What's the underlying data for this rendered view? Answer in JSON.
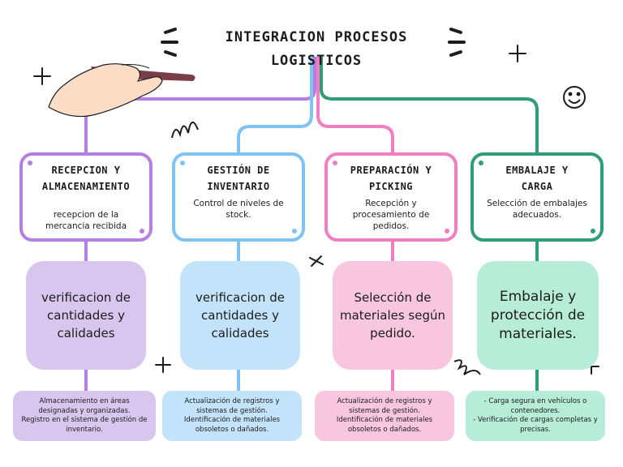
{
  "title": {
    "line1": "INTEGRACION PROCESOS",
    "line2": "LOGISTICOS"
  },
  "colors": {
    "purple": "#b57ee0",
    "blue": "#7ec3f2",
    "pink": "#f07fbf",
    "green": "#2f9c7a",
    "purple_fill": "#d9c6ef",
    "blue_fill": "#c3e3fb",
    "pink_fill": "#f8c6df",
    "green_fill": "#b7ecd8"
  },
  "columns": [
    {
      "title_line1": "RECEPCION Y",
      "title_line2": "ALMACENAMIENTO",
      "description": "recepcion de la mercancia recibida",
      "detail": "verificacion de cantidades y calidades",
      "notes": [
        "Almacenamiento en áreas designadas y organizadas.",
        "Registro en el sistema de gestión de inventario."
      ]
    },
    {
      "title_line1": "GESTIÓN DE",
      "title_line2": "INVENTARIO",
      "description": "Control de niveles de stock.",
      "detail": "verificacion de cantidades y calidades",
      "notes": [
        "Actualización de registros y sistemas de gestión.",
        "Identificación de materiales obsoletos o dañados."
      ]
    },
    {
      "title_line1": "PREPARACIÓN Y",
      "title_line2": "PICKING",
      "description": "Recepción y procesamiento de pedidos.",
      "detail": "Selección de materiales según pedido.",
      "notes": [
        "Actualización de registros y sistemas de gestión.",
        "Identificación de materiales obsoletos o dañados."
      ]
    },
    {
      "title_line1": "EMBALAJE Y",
      "title_line2": "CARGA",
      "description": "Selección de embalajes adecuados.",
      "detail": "Embalaje y protección de materiales.",
      "notes": [
        "- Carga segura en vehículos o contenedores.",
        "- Verificación de cargas completas y precisas."
      ]
    }
  ],
  "decorations": {
    "hand": "hand-with-marker-illustration",
    "smiley": "smiley-face-icon",
    "crosses": "plus-doodle-icon",
    "squiggles": "squiggle-doodle-icon"
  }
}
